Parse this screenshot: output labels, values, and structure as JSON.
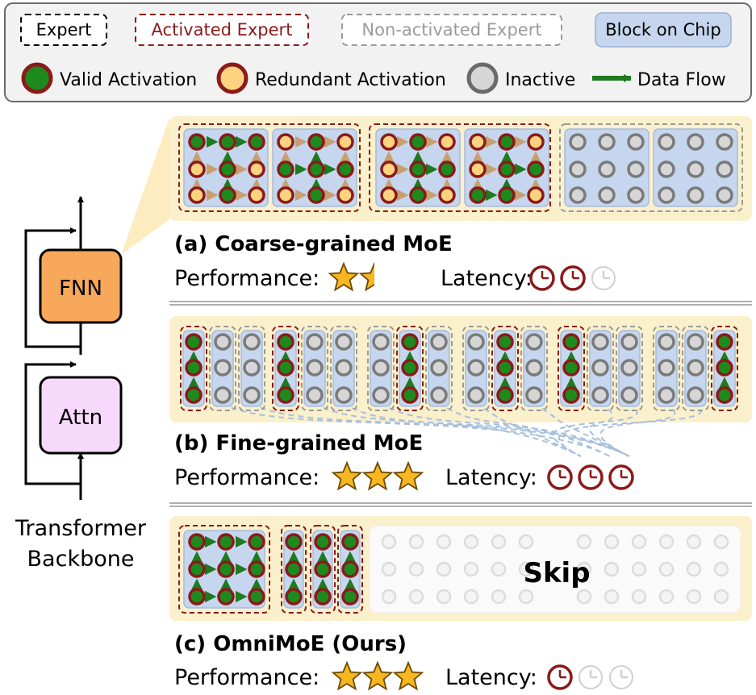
{
  "legend": {
    "expert": "Expert",
    "activated_expert": "Activated Expert",
    "non_activated_expert": "Non-activated Expert",
    "block_on_chip": "Block on Chip",
    "valid_activation": "Valid Activation",
    "redundant_activation": "Redundant Activation",
    "inactive": "Inactive",
    "data_flow": "Data Flow"
  },
  "backbone": {
    "fnn": "FNN",
    "attn": "Attn",
    "caption_line1": "Transformer",
    "caption_line2": "Backbone"
  },
  "panels": {
    "a": {
      "title": "(a) Coarse-grained MoE",
      "performance_label": "Performance:",
      "latency_label": "Latency:",
      "stars": 1.5,
      "latency_clocks": 2
    },
    "b": {
      "title": "(b) Fine-grained MoE",
      "performance_label": "Performance:",
      "latency_label": "Latency:",
      "stars": 3,
      "latency_clocks": 3
    },
    "c": {
      "title": "(c) OmniMoE (Ours)",
      "performance_label": "Performance:",
      "latency_label": "Latency:",
      "stars": 3,
      "latency_clocks": 1,
      "skip": "Skip"
    }
  },
  "colors": {
    "valid_fill": "#1e8a1e",
    "valid_stroke": "#8b1a1a",
    "redundant_fill": "#ffd27f",
    "redundant_stroke": "#8b1a1a",
    "inactive_stroke": "#7a7a7a",
    "inactive_fill": "#d6d6d6",
    "block_fill": "#c5d6ee",
    "panel_fill": "#fbf0cc",
    "activated_border": "#8b1a1a",
    "fnn_fill": "#f8a85a",
    "attn_fill": "#f6d9fb",
    "star": "#f8b620",
    "clock": "#8b1a1a"
  }
}
